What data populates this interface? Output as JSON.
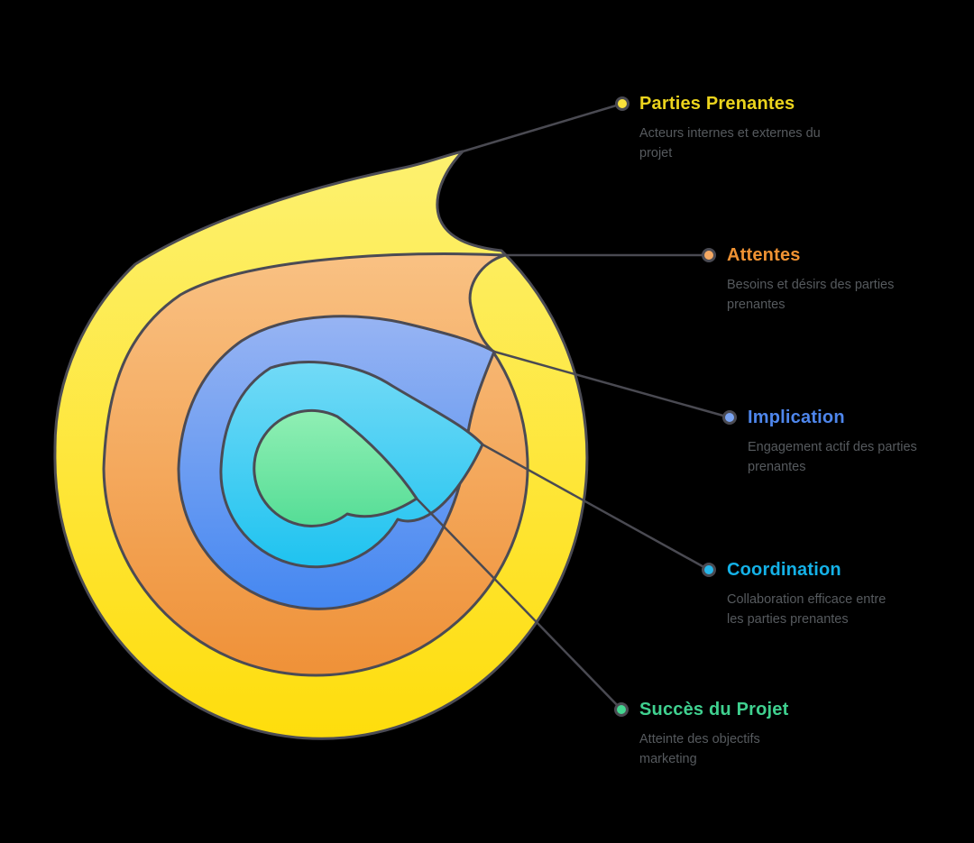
{
  "background_color": "#000000",
  "shape_outline_color": "#4b4b54",
  "connector_color": "#4a4a52",
  "description_color": "#565a5e",
  "layers": [
    {
      "name": "parties-prenantes",
      "title": "Parties Prenantes",
      "description": "Acteurs internes et externes du projet",
      "title_color": "#ecd41d",
      "dot_color": "#fbe33c",
      "gradient_top": "#fdf170",
      "gradient_bottom": "#fedd0c"
    },
    {
      "name": "attentes",
      "title": "Attentes",
      "description": "Besoins et désirs des parties prenantes",
      "title_color": "#ef9233",
      "dot_color": "#f5a963",
      "gradient_top": "#f9c183",
      "gradient_bottom": "#ef9138"
    },
    {
      "name": "implication",
      "title": "Implication",
      "description": "Engagement actif des parties prenantes",
      "title_color": "#4e86ec",
      "dot_color": "#7aa4f2",
      "gradient_top": "#97b4f3",
      "gradient_bottom": "#4487f1"
    },
    {
      "name": "coordination",
      "title": "Coordination",
      "description": "Collaboration efficace entre les parties prenantes",
      "title_color": "#14b1e7",
      "dot_color": "#27b7ea",
      "gradient_top": "#72daf6",
      "gradient_bottom": "#1fc3f0"
    },
    {
      "name": "succes-du-projet",
      "title": "Succès du Projet",
      "description": "Atteinte des objectifs marketing",
      "title_color": "#3fd08f",
      "dot_color": "#44d691",
      "gradient_top": "#90efb4",
      "gradient_bottom": "#55dd96"
    }
  ]
}
